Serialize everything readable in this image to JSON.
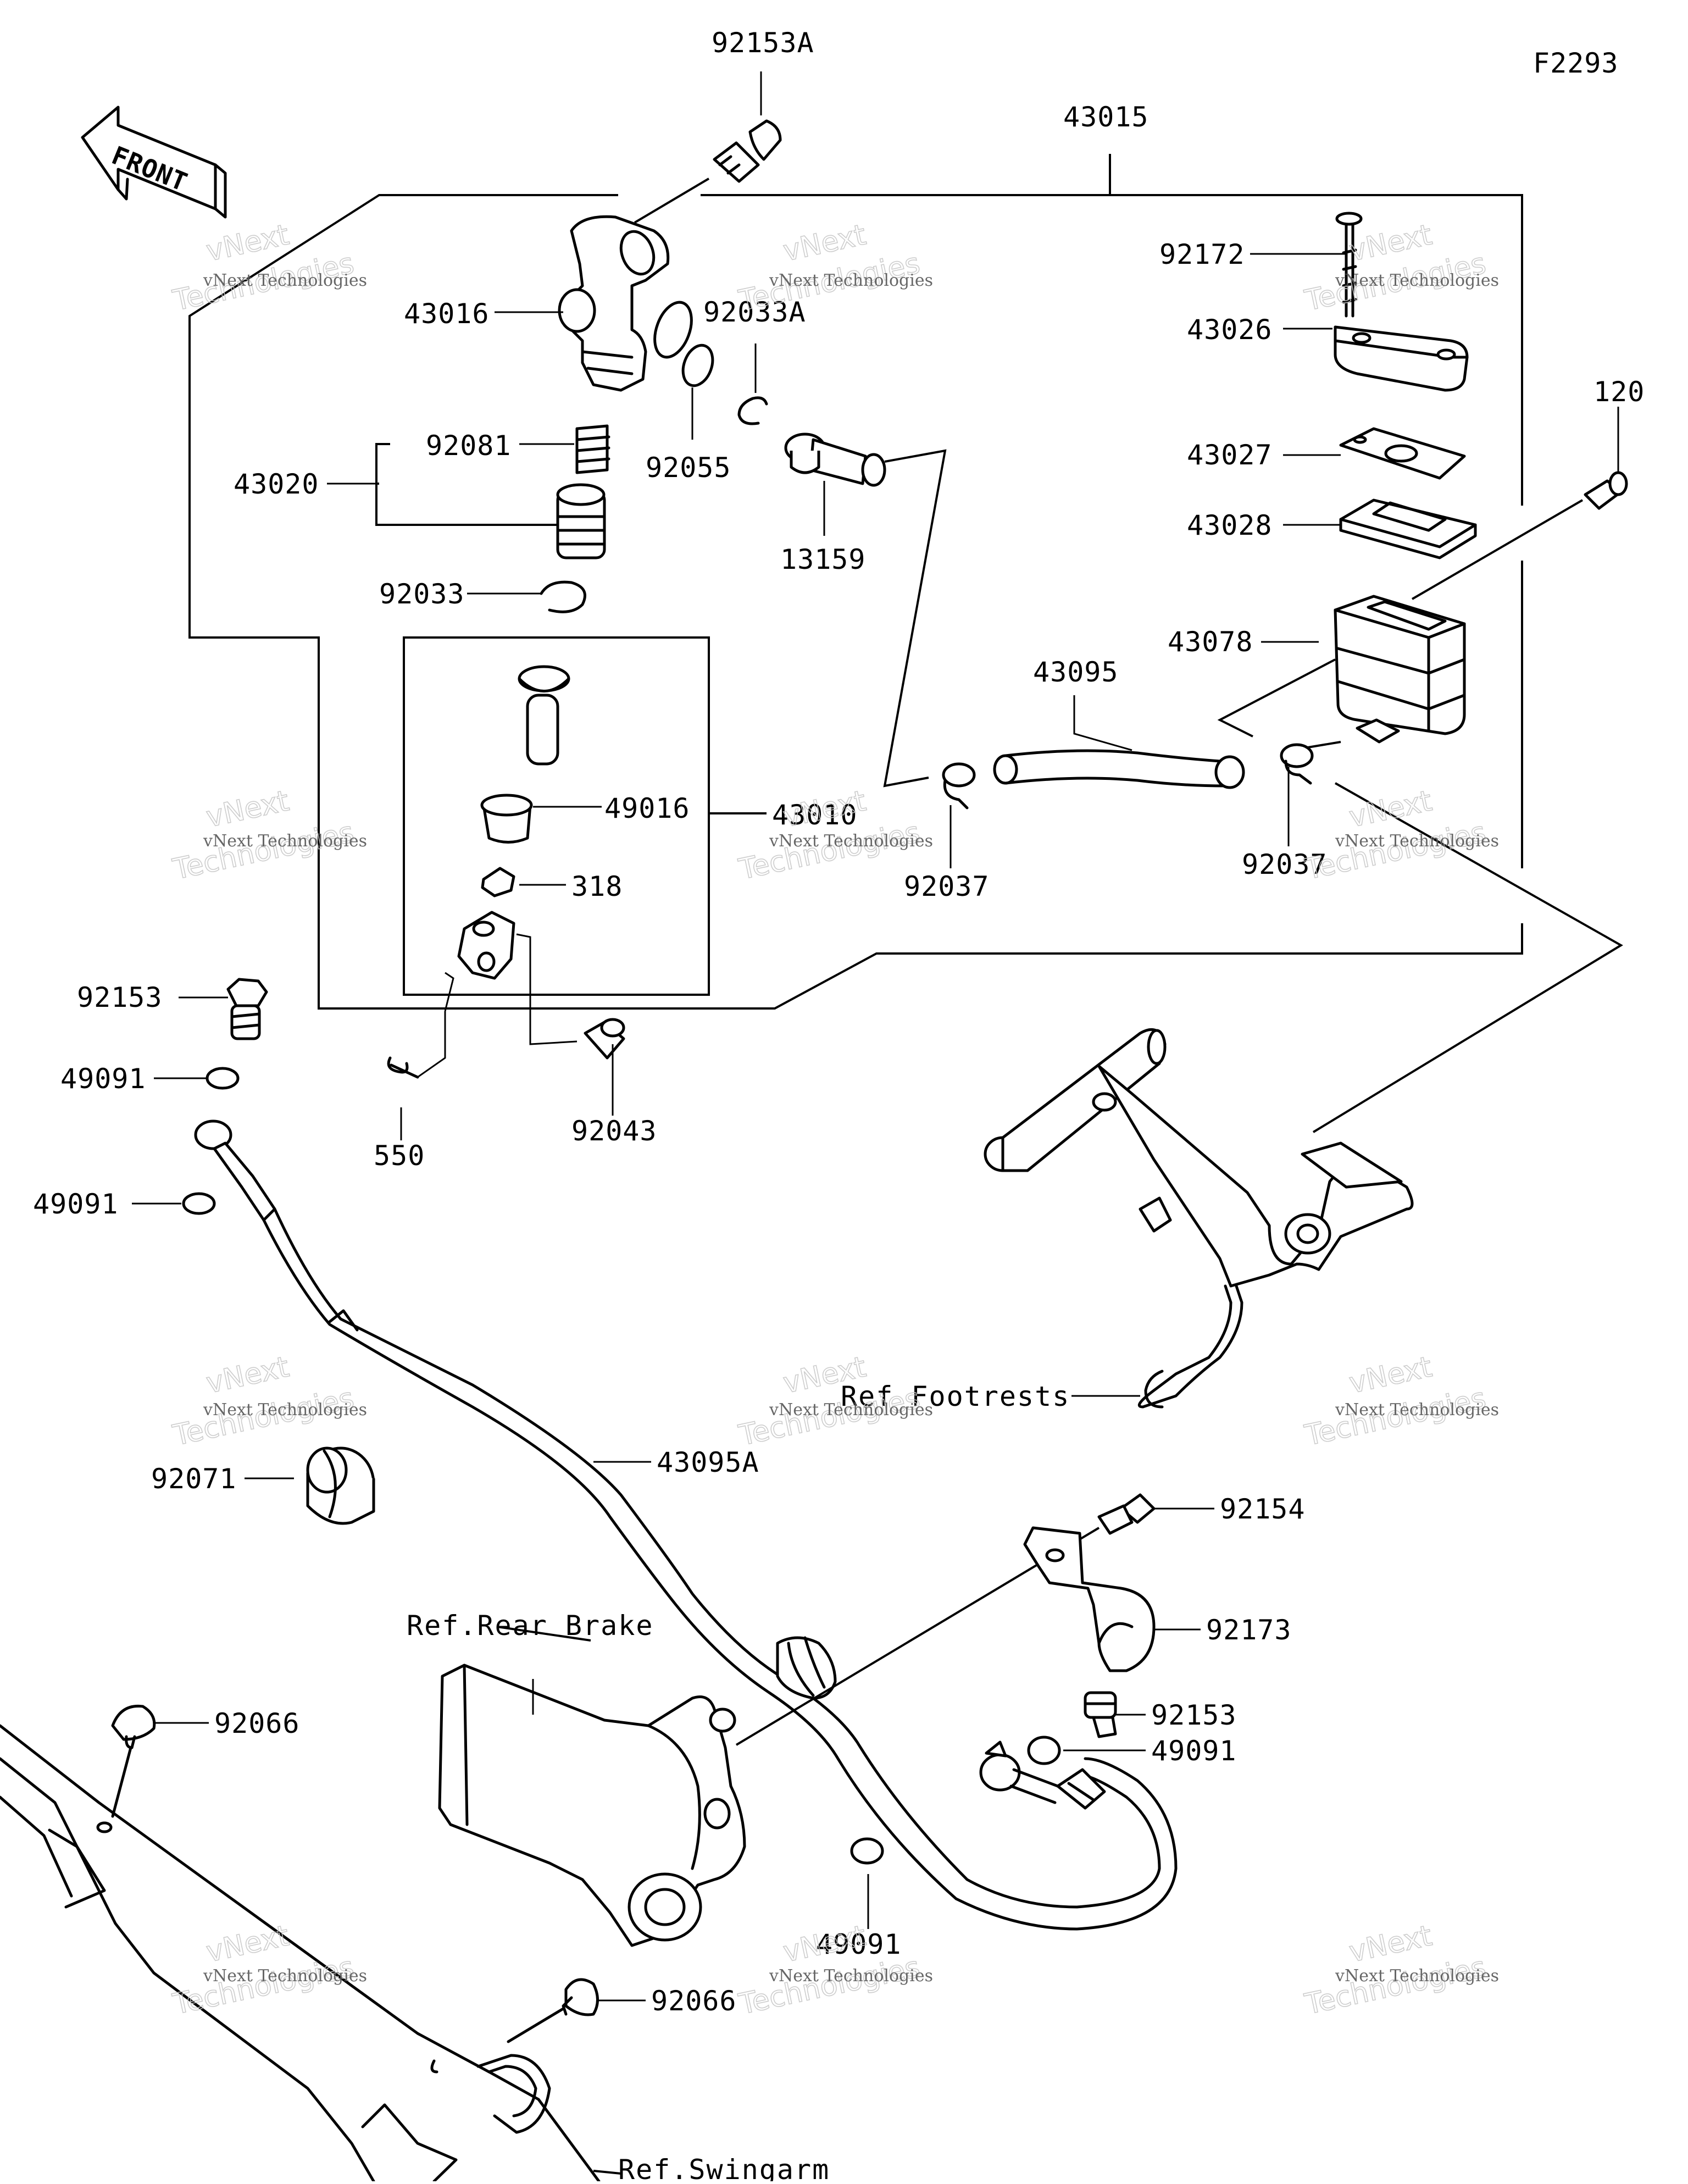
{
  "diagram": {
    "code": "F2293",
    "front_label": "FRONT",
    "watermark": {
      "brand": "vNext Technologies",
      "outline": "Technologies",
      "corner": "vNext"
    },
    "labels": {
      "p92153A": "92153A",
      "p43015": "43015",
      "p92172": "92172",
      "p43016": "43016",
      "p92033A": "92033A",
      "p43026": "43026",
      "p43027": "43027",
      "p120": "120",
      "p43020": "43020",
      "p92081": "92081",
      "p92055": "92055",
      "p43028": "43028",
      "p13159": "13159",
      "p92033": "92033",
      "p43078": "43078",
      "p43095": "43095",
      "p49016": "49016",
      "p43010": "43010",
      "p318": "318",
      "p92037_left": "92037",
      "p92037_right": "92037",
      "p92153_top": "92153",
      "p49091_a": "49091",
      "p49091_b": "49091",
      "p550": "550",
      "p92043": "92043",
      "p43095A": "43095A",
      "p92071": "92071",
      "p92154": "92154",
      "p92173": "92173",
      "p92153_bottom": "92153",
      "p49091_c": "49091",
      "p92066_a": "92066",
      "p49091_d": "49091",
      "p92066_b": "92066"
    },
    "references": {
      "footrests": "Ref Footrests",
      "rear_brake": "Ref.Rear Brake",
      "swingarm": "Ref.Swingarm"
    }
  }
}
